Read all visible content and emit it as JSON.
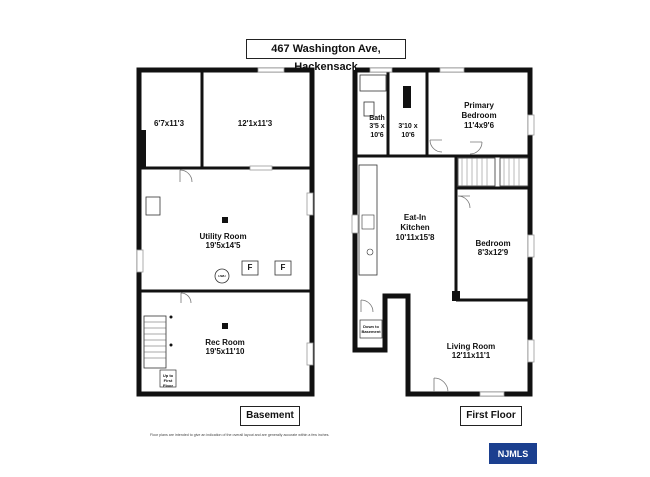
{
  "title": "467 Washington Ave, Hackensack",
  "basement": {
    "label": "Basement",
    "rooms": [
      {
        "name": "",
        "dims": "6'7x11'3"
      },
      {
        "name": "",
        "dims": "12'1x11'3"
      },
      {
        "name": "Utility Room",
        "dims": "19'5x14'5"
      },
      {
        "name": "Rec Room",
        "dims": "19'5x11'10"
      }
    ],
    "stair_note": "Up to First Floor",
    "furnace_marks": [
      "F",
      "F"
    ],
    "heater_mark": "HWH"
  },
  "first_floor": {
    "label": "First Floor",
    "rooms": [
      {
        "name": "Bath",
        "dims": "3'5 x 10'6"
      },
      {
        "name": "",
        "dims": "3'10 x 10'6"
      },
      {
        "name": "Primary Bedroom",
        "dims": "11'4x9'6"
      },
      {
        "name": "Eat-In Kitchen",
        "dims": "10'11x15'8"
      },
      {
        "name": "Bedroom",
        "dims": "8'3x12'9"
      },
      {
        "name": "Living Room",
        "dims": "12'11x11'1"
      }
    ],
    "stair_note": "Down to Basement"
  },
  "disclaimer": "Floor plans are intended to give an indication of the overall layout and are generally accurate within a few inches.",
  "logo": "NJMLS",
  "colors": {
    "wall": "#111111",
    "window": "#bdbdbd",
    "logo_bg": "#1b3f8f"
  }
}
